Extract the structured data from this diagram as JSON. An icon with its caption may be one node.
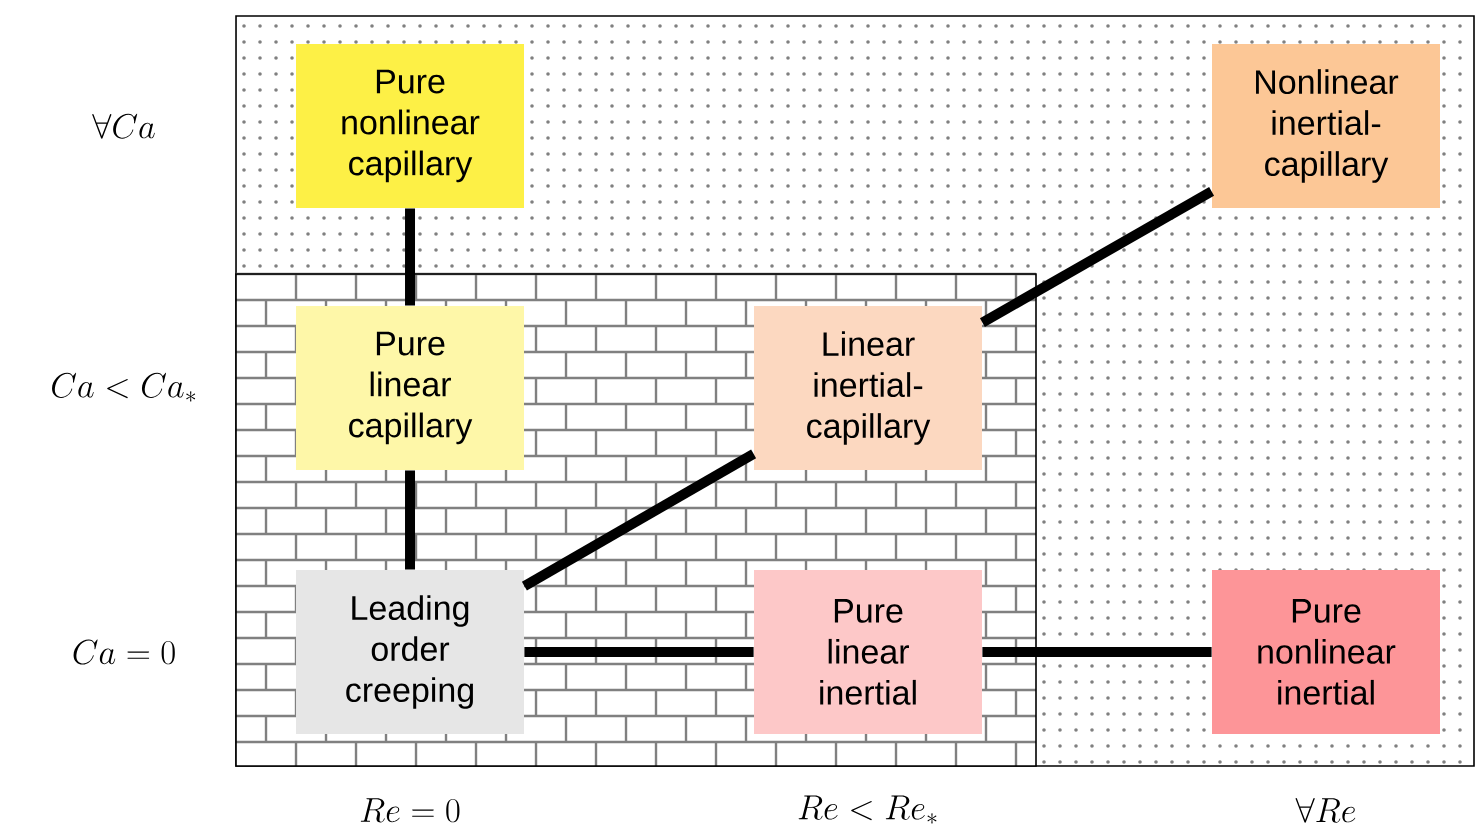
{
  "diagram": {
    "nodes": [
      {
        "text": [
          "Pure nonlinear capillary"
        ]
      },
      {
        "text": [
          "Nonlinear inertial-capillary"
        ]
      },
      {
        "text": [
          "Pure linear capillary"
        ]
      },
      {
        "text": [
          "Linear inertial-capillary"
        ]
      },
      {
        "text": [
          "Leading order creeping"
        ]
      },
      {
        "text": [
          "Pure linear inertial"
        ]
      },
      {
        "text": [
          "Pure nonlinear inertial"
        ]
      }
    ],
    "edges": [
      {
        "from": 0,
        "to": 2,
        "arrow": "none"
      },
      {
        "from": 2,
        "to": 4,
        "arrow": "none"
      },
      {
        "from": 4,
        "to": 3,
        "arrow": "none"
      },
      {
        "from": 3,
        "to": 1,
        "arrow": "none"
      },
      {
        "from": 4,
        "to": 5,
        "arrow": "none"
      },
      {
        "from": 5,
        "to": 6,
        "arrow": "none"
      }
    ],
    "labels": [
      "\\forall Ca",
      "Ca < Ca_*",
      "Ca = 0",
      "Re = 0",
      "Re < Re_*",
      "\\forall Re"
    ]
  }
}
